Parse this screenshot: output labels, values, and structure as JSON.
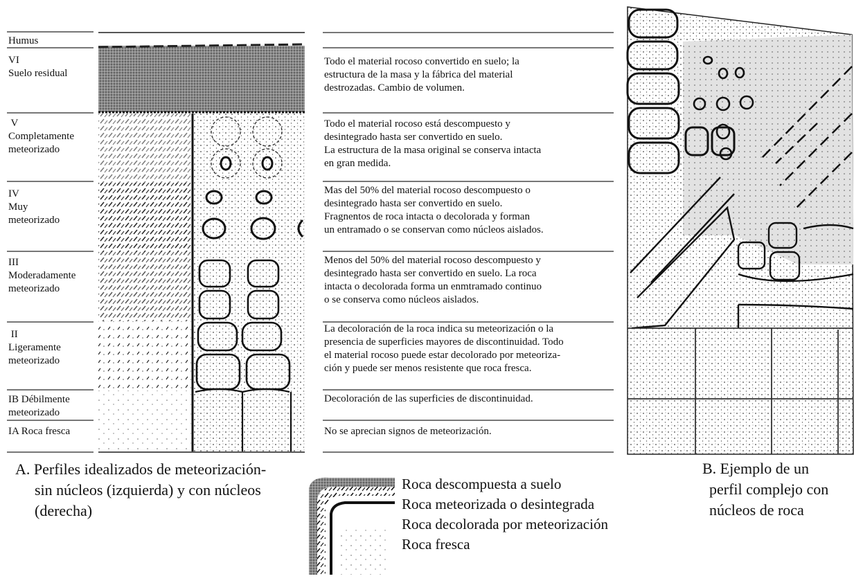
{
  "profile_a": {
    "zones": [
      {
        "id": "humus",
        "name": "Humus",
        "description": ""
      },
      {
        "id": "vi",
        "name": "VI\nSuelo residual",
        "description": "Todo el material rocoso convertido en suelo; la\nestructura de la masa y la fábrica del material\ndestrozadas. Cambio de volumen."
      },
      {
        "id": "v",
        "name": " V\nCompletamente\nmeteorizado",
        "description": "Todo el material rocoso está descompuesto y\ndesintegrado hasta ser convertido en suelo.\nLa estructura de la masa original se conserva intacta\nen gran medida."
      },
      {
        "id": "iv",
        "name": "IV\nMuy\nmeteorizado",
        "description": "Mas del 50% del material rocoso descompuesto o\ndesintegrado hasta ser convertido en suelo.\nFragnentos de roca intacta o decolorada y forman\nun entramado o se conservan como núcleos aislados."
      },
      {
        "id": "iii",
        "name": "III\nModeradamente\nmeteorizado",
        "description": "Menos del 50% del material rocoso descompuesto y\ndesintegrado hasta ser convertido en suelo. La roca\nintacta o decolorada forma un enmtramado continuo\no se conserva como núcleos aislados."
      },
      {
        "id": "ii",
        "name": " II\nLigeramente\nmeteorizado",
        "description": "La decoloración de la roca indica su meteorización o la\npresencia de superficies mayores de discontinuidad. Todo\nel material rocoso puede estar decolorado por meteoriza-\nción y puede ser menos resistente que roca fresca."
      },
      {
        "id": "ib",
        "name": "IB Débilmente\nmeteorizado",
        "description": "Decoloración de las superficies de discontinuidad."
      },
      {
        "id": "ia",
        "name": "IA Roca fresca",
        "description": "No se aprecian signos de meteorización."
      }
    ],
    "caption_line1": "A. Perfiles idealizados de meteorización-",
    "caption_line2": "sin núcleos (izquierda) y con núcleos",
    "caption_line3": "(derecha)"
  },
  "profile_b": {
    "caption_line1": "B. Ejemplo de un",
    "caption_line2": "perfil complejo con",
    "caption_line3": "núcleos de roca"
  },
  "legend": {
    "items": [
      {
        "label": "Roca descompuesta a suelo",
        "swatch": "soil-stipple"
      },
      {
        "label": "Roca meteorizada o desintegrada",
        "swatch": "dash-hatch"
      },
      {
        "label": "Roca decolorada por meteorización",
        "swatch": "thick-outline"
      },
      {
        "label": "Roca fresca",
        "swatch": "sparse-dots"
      }
    ]
  },
  "colors": {
    "ink": "#111111",
    "rule": "#777777",
    "stipple": "#444444"
  }
}
